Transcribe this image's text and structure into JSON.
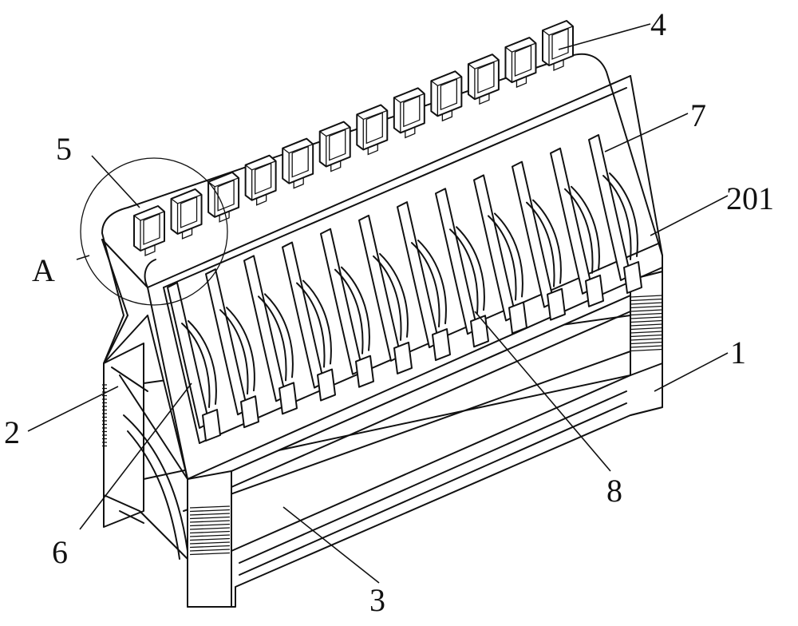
{
  "labels": {
    "l1": "1",
    "l2": "2",
    "l3": "3",
    "l4": "4",
    "l5": "5",
    "l6": "6",
    "l7": "7",
    "l8": "8",
    "l201": "201",
    "lA": "A"
  },
  "counts": {
    "top_blocks": 12,
    "slots": 12
  }
}
